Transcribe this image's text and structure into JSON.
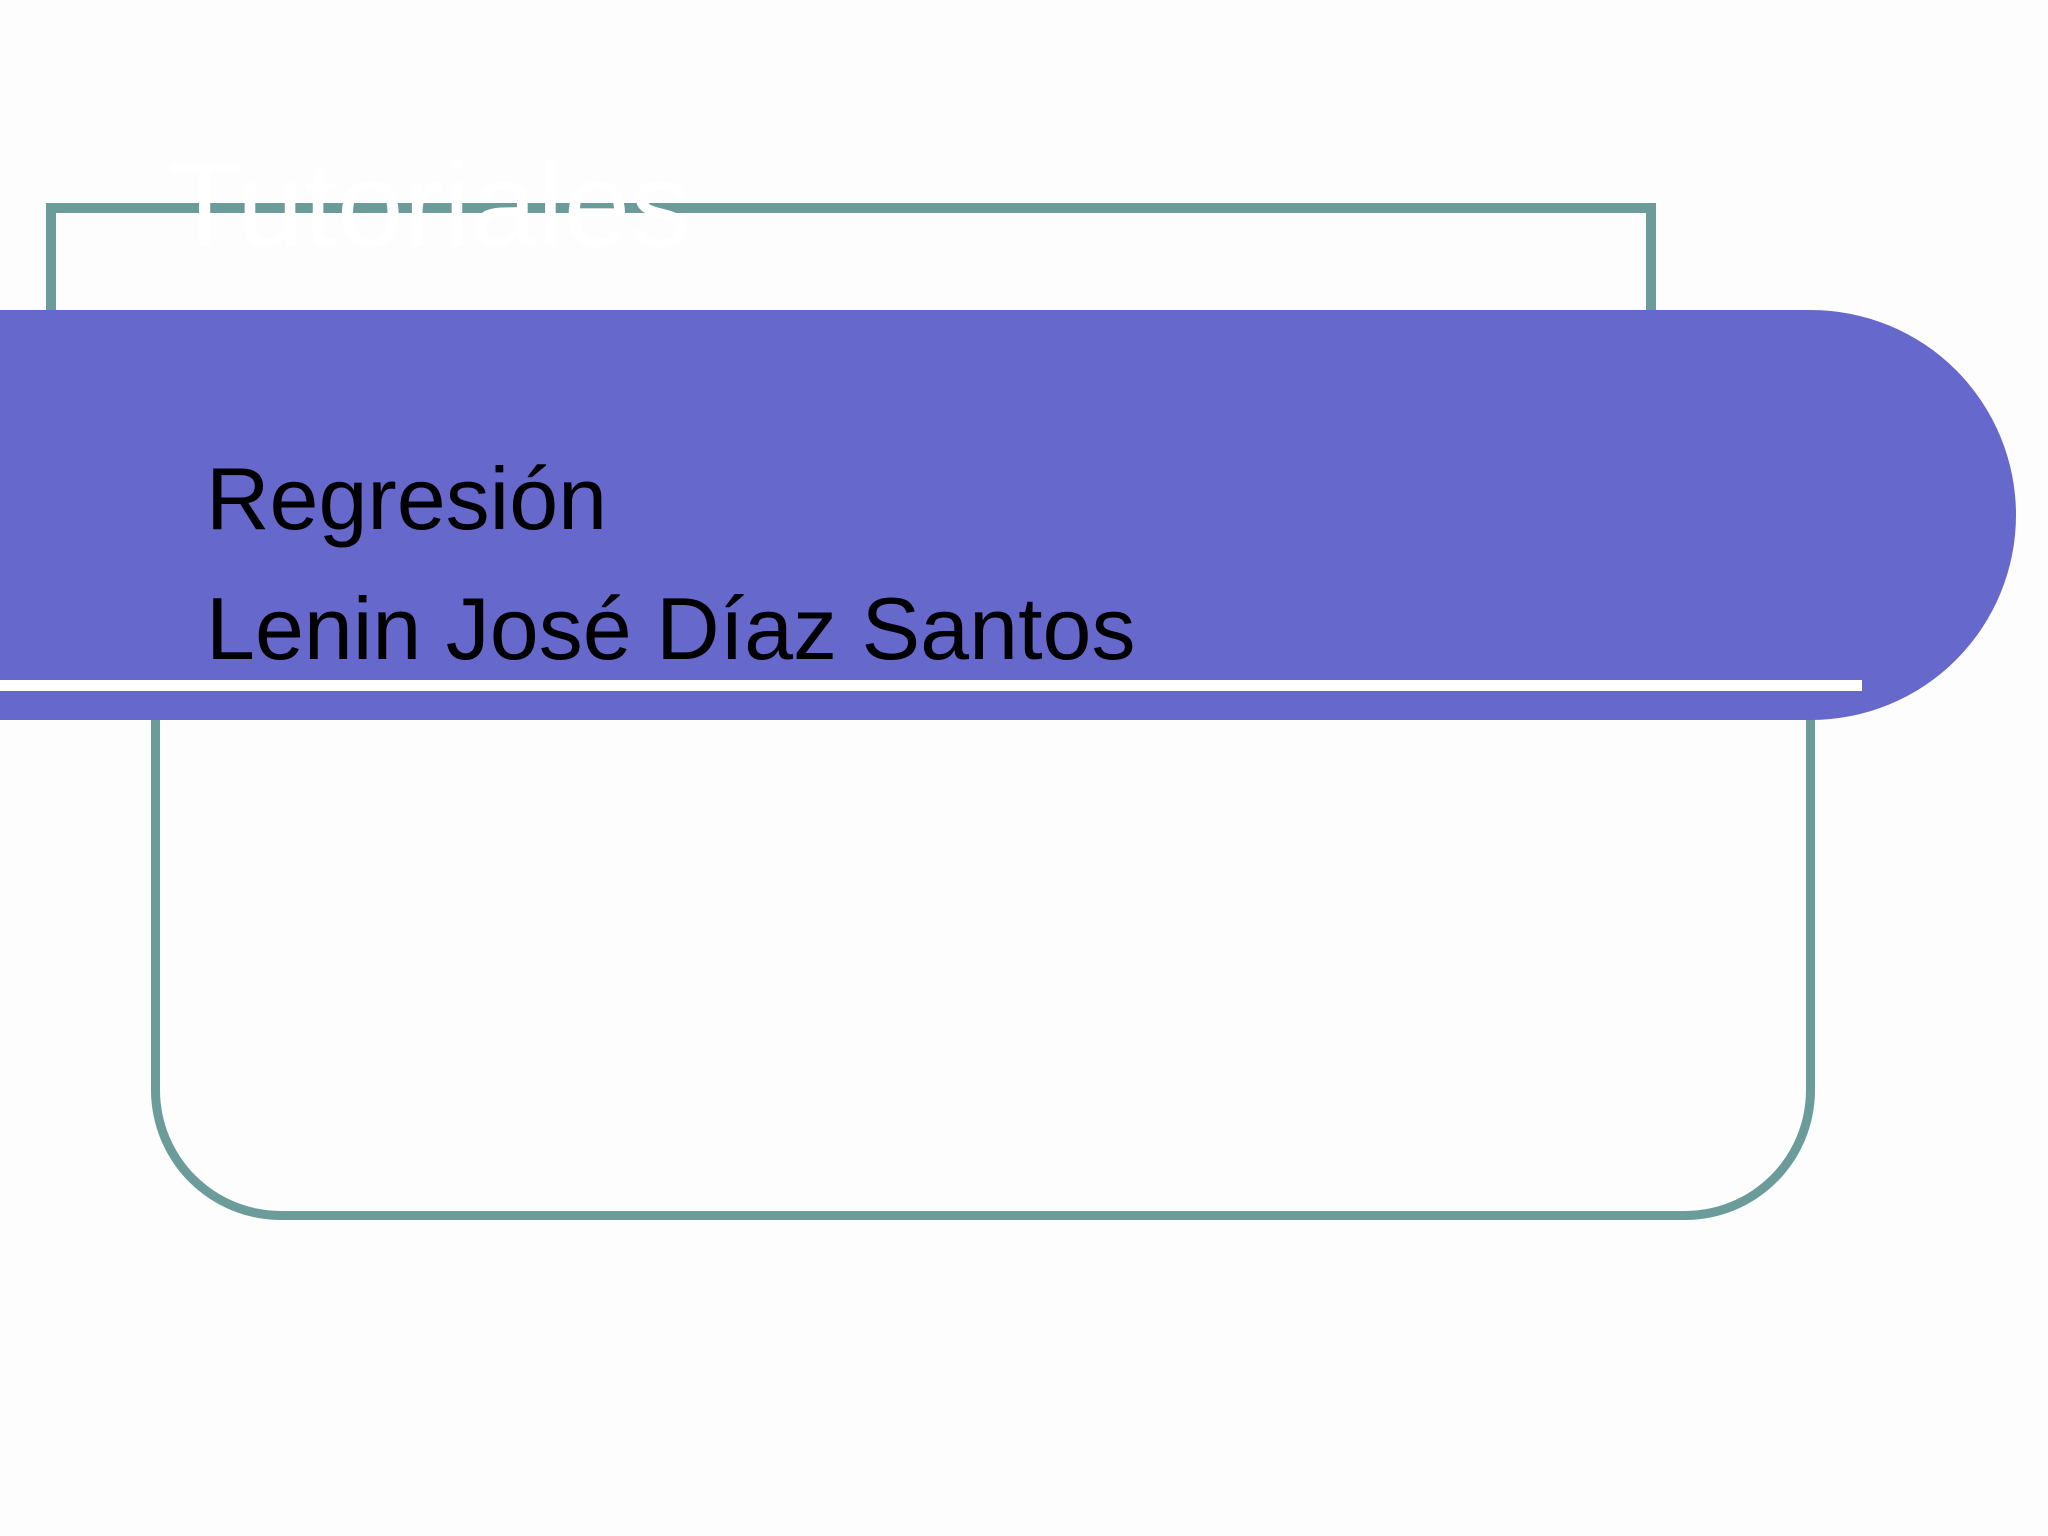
{
  "slide": {
    "title": "Tutoriales",
    "subtitle_line_1": "Regresión",
    "subtitle_line_2": "Lenin José Díaz Santos"
  },
  "colors": {
    "background": "#fdfdfd",
    "band": "#6768cb",
    "frame": "#6b9c9a",
    "rule": "#ffffff",
    "text": "#000000"
  }
}
